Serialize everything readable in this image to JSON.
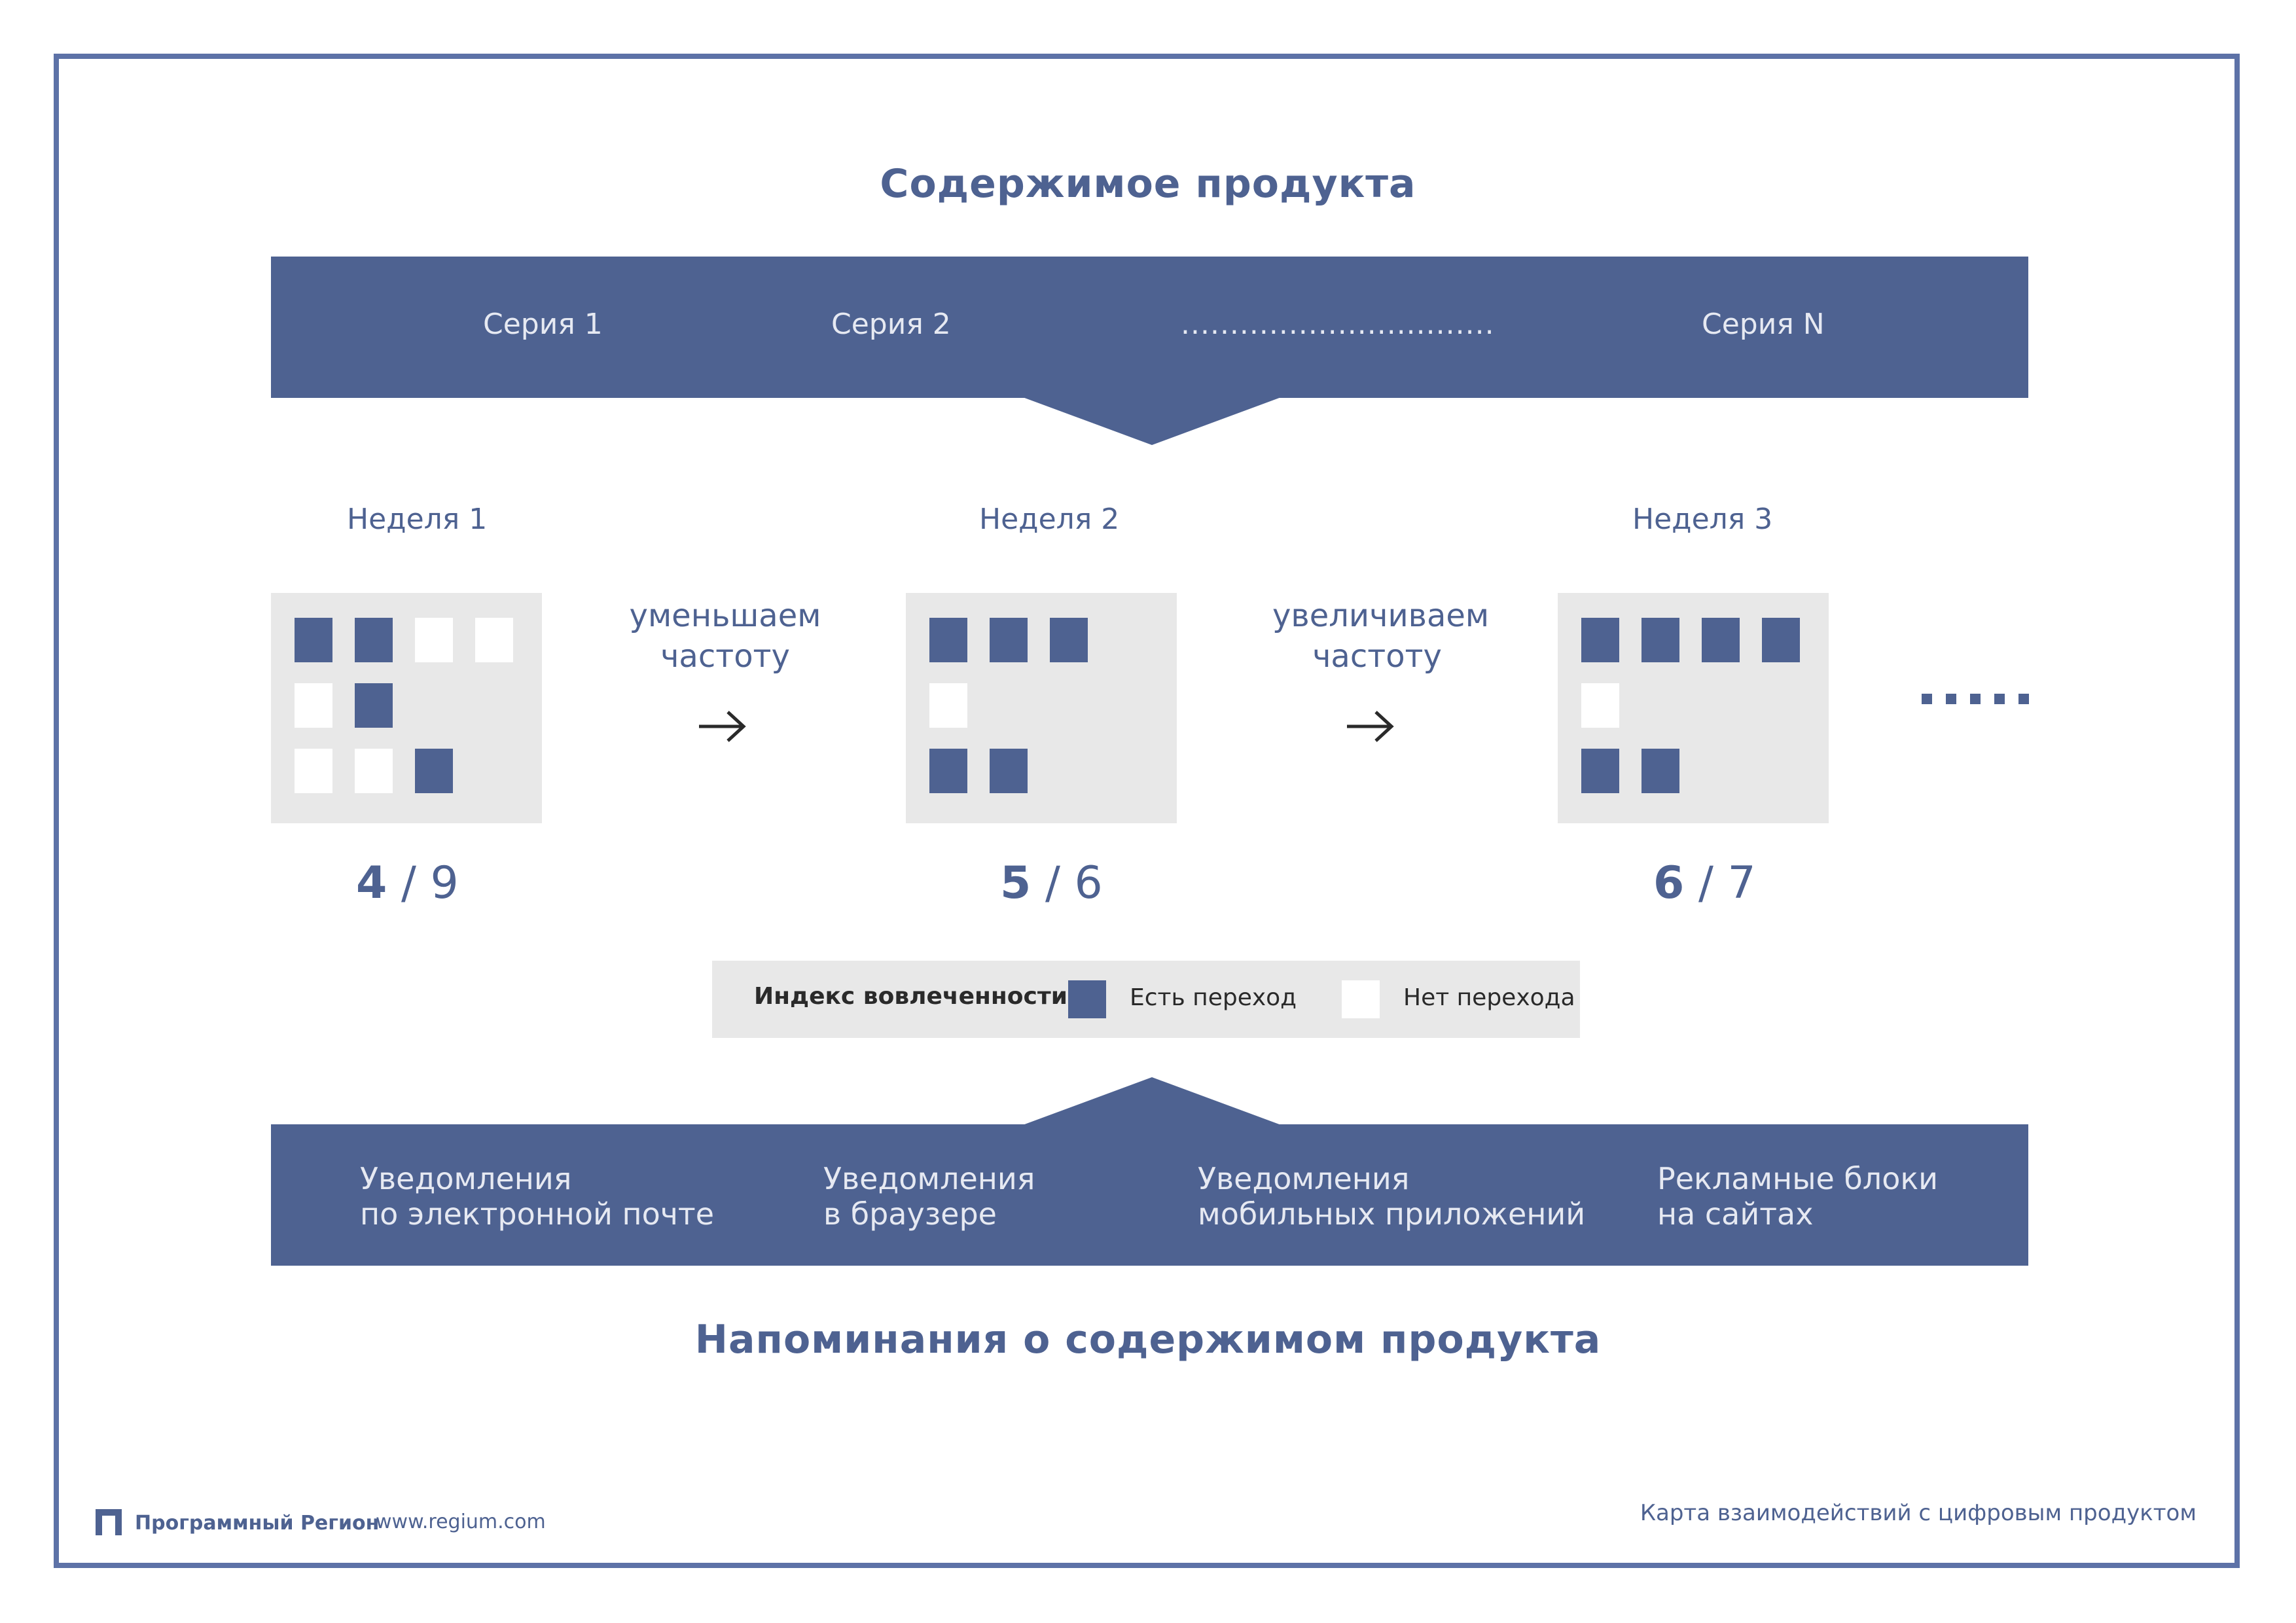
{
  "title": "Содержимое продукта",
  "series": [
    "Серия 1",
    "Серия 2",
    "................................",
    "Серия N"
  ],
  "weeks": [
    {
      "label": "Неделя 1",
      "engaged": "4",
      "total": "9",
      "cells": [
        [
          1,
          1,
          0,
          0
        ],
        [
          0,
          1
        ],
        [
          0,
          0,
          1
        ]
      ]
    },
    {
      "label": "Неделя 2",
      "engaged": "5",
      "total": "6",
      "cells": [
        [
          1,
          1,
          1
        ],
        [
          0
        ],
        [
          1,
          1
        ]
      ]
    },
    {
      "label": "Неделя 3",
      "engaged": "6",
      "total": "7",
      "cells": [
        [
          1,
          1,
          1,
          1
        ],
        [
          0
        ],
        [
          1,
          1
        ]
      ]
    }
  ],
  "actions": [
    {
      "line1": "уменьшаем",
      "line2": "частоту"
    },
    {
      "line1": "увеличиваем",
      "line2": "частоту"
    }
  ],
  "legend": {
    "title": "Индекс вовлеченности",
    "has_transition": "Есть переход",
    "no_transition": "Нет перехода"
  },
  "channels": [
    {
      "line1": "Уведомления",
      "line2": "по электронной почте"
    },
    {
      "line1": "Уведомления",
      "line2": "в браузере"
    },
    {
      "line1": "Уведомления",
      "line2": "мобильных приложений"
    },
    {
      "line1": "Рекламные блоки",
      "line2": "на сайтах"
    }
  ],
  "bottom_title": "Напоминания о содержимом продукта",
  "footer": {
    "brand": "Программный Регион",
    "url": "www.regium.com",
    "caption": "Карта взаимодействий с цифровым продуктом"
  },
  "colors": {
    "primary": "#4e6291",
    "frame": "#5d72a7",
    "box": "#e8e8e8"
  }
}
